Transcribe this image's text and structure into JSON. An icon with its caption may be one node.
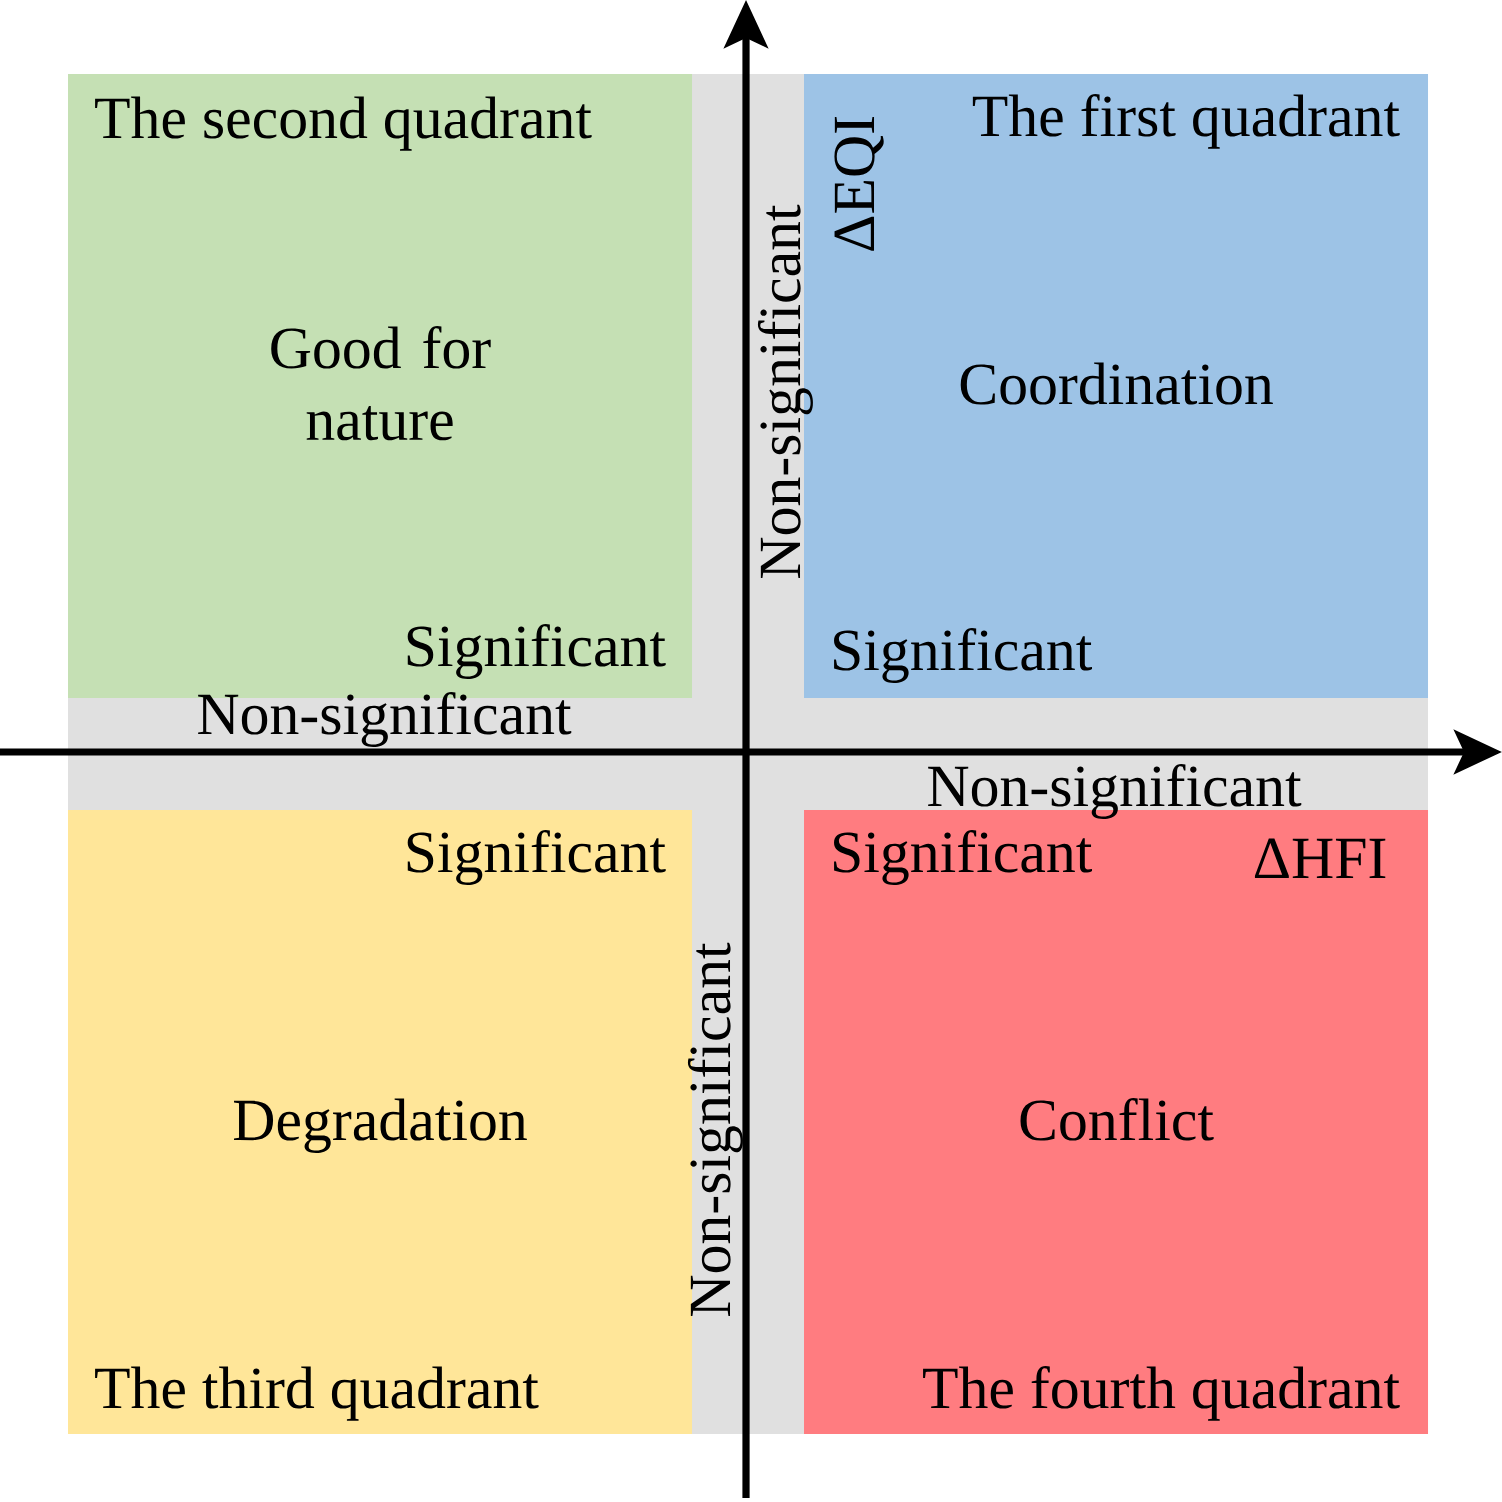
{
  "diagram": {
    "nodes": [
      {
        "text": [
          "The second quadrant",
          "Good for nature",
          "Significant"
        ]
      },
      {
        "text": [
          "The first quadrant",
          "Coordination",
          "Significant"
        ]
      },
      {
        "text": [
          "Significant",
          "Degradation",
          "The third quadrant"
        ]
      },
      {
        "text": [
          "Significant",
          "Conflict",
          "The fourth quadrant"
        ]
      }
    ],
    "labels": [
      "ΔEQI",
      "Non-significant",
      "Non-significant",
      "Non-significant",
      "ΔHFI",
      "Non-significant"
    ]
  }
}
